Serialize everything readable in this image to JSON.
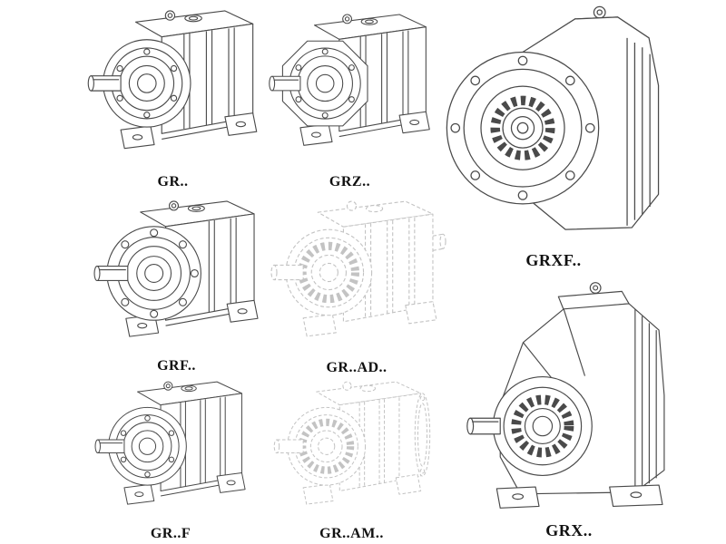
{
  "colors": {
    "line": "#4a4a4a",
    "line_faded": "#c3c3c3",
    "label": "#111111",
    "background": "#ffffff"
  },
  "products": [
    {
      "id": "gr",
      "label": "GR.."
    },
    {
      "id": "grz",
      "label": "GRZ.."
    },
    {
      "id": "grxf",
      "label": "GRXF.."
    },
    {
      "id": "grf",
      "label": "GRF.."
    },
    {
      "id": "gr-ad",
      "label": "GR..AD.."
    },
    {
      "id": "gr-f",
      "label": "GR..F"
    },
    {
      "id": "gr-am",
      "label": "GR..AM.."
    },
    {
      "id": "grx",
      "label": "GRX.."
    }
  ]
}
